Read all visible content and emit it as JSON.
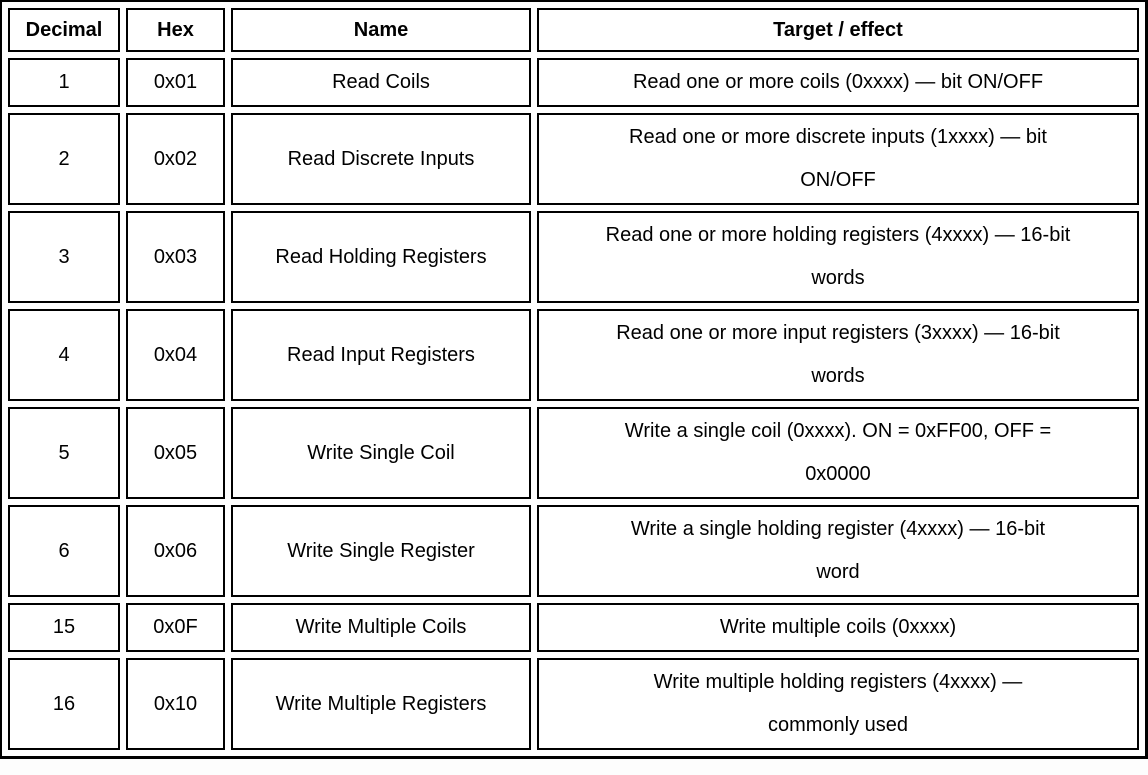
{
  "table": {
    "columns": {
      "decimal": "Decimal",
      "hex": "Hex",
      "name": "Name",
      "target": "Target / effect"
    },
    "rows": [
      {
        "decimal": "1",
        "hex": "0x01",
        "name": "Read Coils",
        "target": [
          "Read one or more coils (0xxxx) — bit ON/OFF"
        ]
      },
      {
        "decimal": "2",
        "hex": "0x02",
        "name": "Read Discrete Inputs",
        "target": [
          "Read one or more discrete inputs (1xxxx) — bit",
          "ON/OFF"
        ]
      },
      {
        "decimal": "3",
        "hex": "0x03",
        "name": "Read Holding Registers",
        "target": [
          "Read one or more holding registers (4xxxx) — 16-bit",
          "words"
        ]
      },
      {
        "decimal": "4",
        "hex": "0x04",
        "name": "Read Input Registers",
        "target": [
          "Read one or more input registers (3xxxx) — 16-bit",
          "words"
        ]
      },
      {
        "decimal": "5",
        "hex": "0x05",
        "name": "Write Single Coil",
        "target": [
          "Write a single coil (0xxxx). ON = 0xFF00, OFF =",
          "0x0000"
        ]
      },
      {
        "decimal": "6",
        "hex": "0x06",
        "name": "Write Single Register",
        "target": [
          "Write a single holding register (4xxxx) — 16-bit",
          "word"
        ]
      },
      {
        "decimal": "15",
        "hex": "0x0F",
        "name": "Write Multiple Coils",
        "target": [
          "Write multiple coils (0xxxx)"
        ]
      },
      {
        "decimal": "16",
        "hex": "0x10",
        "name": "Write Multiple Registers",
        "target": [
          "Write multiple holding registers (4xxxx) —",
          "commonly used"
        ]
      }
    ],
    "colors": {
      "border": "#000000",
      "text": "#000000",
      "background": "#ffffff"
    }
  }
}
